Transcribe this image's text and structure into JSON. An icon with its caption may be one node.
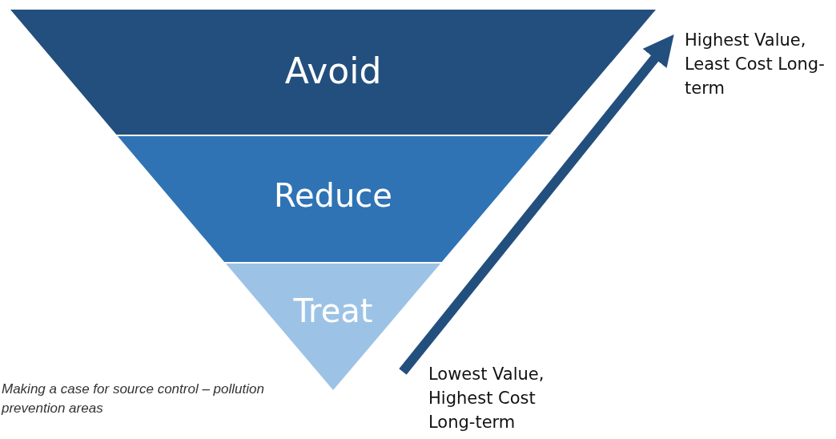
{
  "diagram": {
    "caption": "Making a case for source control – pollution prevention areas",
    "nodes": [
      {
        "text": [
          "Avoid"
        ]
      },
      {
        "text": [
          "Reduce"
        ]
      },
      {
        "text": [
          "Treat"
        ]
      },
      {
        "text": [
          "Highest Value, Least Cost Long-term"
        ]
      },
      {
        "text": [
          "Lowest Value, Highest Cost Long-term"
        ]
      }
    ],
    "edges": [
      {
        "from": 4,
        "to": 3,
        "arrow": "to"
      }
    ]
  }
}
